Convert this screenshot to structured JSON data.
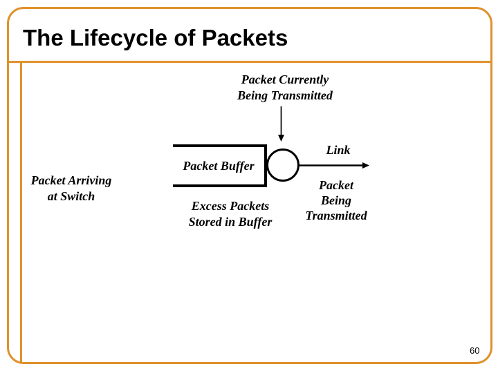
{
  "slide": {
    "title": "The Lifecycle of Packets",
    "page_number": "60"
  },
  "diagram": {
    "top_label": "Packet Currently\nBeing Transmitted",
    "left_label": "Packet Arriving\nat Switch",
    "buffer_label": "Packet Buffer",
    "excess_label": "Excess Packets\nStored in Buffer",
    "link_label": "Link",
    "right_label": "Packet\nBeing\nTransmitted"
  },
  "colors": {
    "accent_orange": "#E0912C",
    "diagram_black": "#000000"
  }
}
